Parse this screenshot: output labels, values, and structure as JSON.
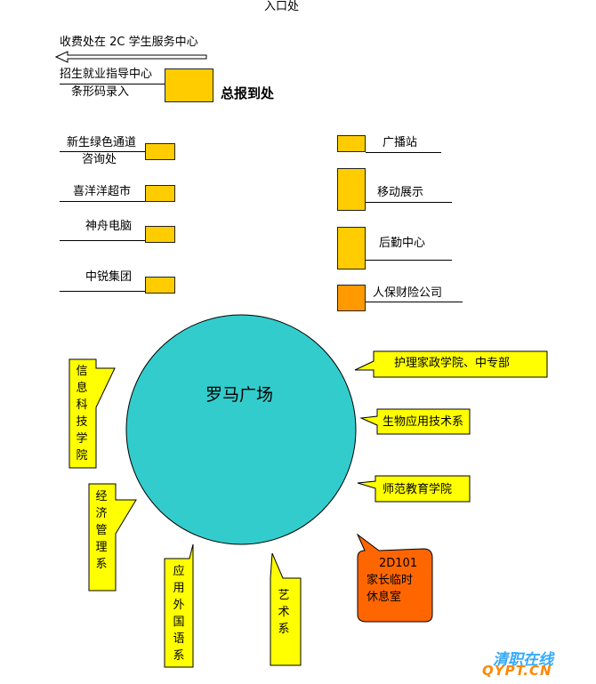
{
  "entrance": "入口处",
  "fee_office": "收费处在 2C 学生服务中心",
  "guidance_center": "招生就业指导中心",
  "barcode_entry": "条形码录入",
  "main_registration": "总报到处",
  "left_booths": [
    {
      "line1": "新生绿色通道",
      "line2": "咨询处"
    },
    {
      "line1": "喜洋洋超市"
    },
    {
      "line1": "神舟电脑"
    },
    {
      "line1": "中锐集团"
    }
  ],
  "right_booths": [
    "广播站",
    "移动展示",
    "后勤中心",
    "人保财险公司"
  ],
  "plaza": "罗马广场",
  "right_callouts": [
    "护理家政学院、中专部",
    "生物应用技术系",
    "师范教育学院"
  ],
  "family_room": {
    "line1": "2D101",
    "line2": "家长临时",
    "line3": "休息室"
  },
  "vertical_callouts": [
    "信息科技学院",
    "经济管理系",
    "应用外国语系",
    "艺术系"
  ],
  "watermark": {
    "line1": "清职在线",
    "line2": "QYPT.CN"
  },
  "colors": {
    "yellow": "#ffcc00",
    "callout_yellow": "#ffff00",
    "orange": "#ff9900",
    "deep_orange": "#ff6600",
    "plaza": "#33cccc"
  }
}
